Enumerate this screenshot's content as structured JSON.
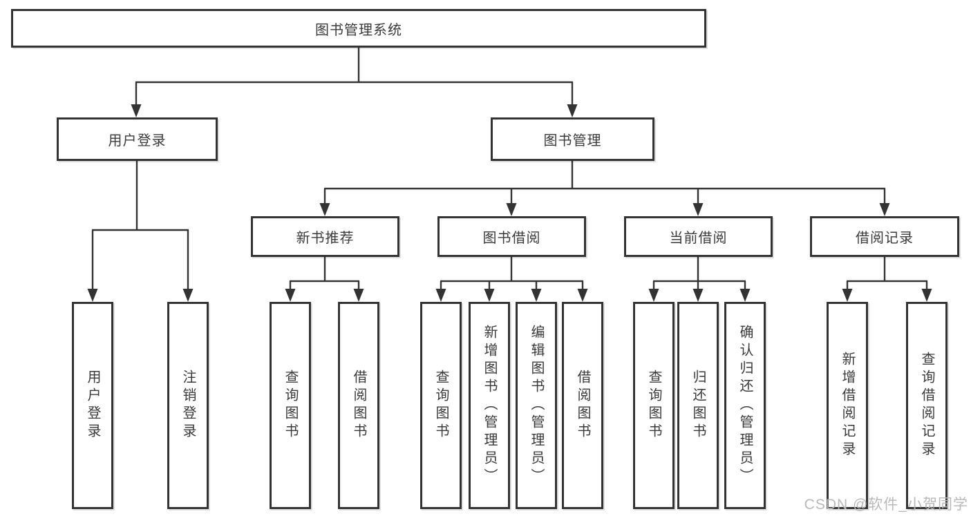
{
  "diagram": {
    "root": {
      "label": "图书管理系统"
    },
    "branches": [
      {
        "label": "用户登录"
      },
      {
        "label": "图书管理"
      }
    ],
    "modules": [
      {
        "label": "新书推荐"
      },
      {
        "label": "图书借阅"
      },
      {
        "label": "当前借阅"
      },
      {
        "label": "借阅记录"
      }
    ],
    "leaves": [
      {
        "label": "用户登录"
      },
      {
        "label": "注销登录"
      },
      {
        "label": "查询图书"
      },
      {
        "label": "借阅图书"
      },
      {
        "label": "查询图书"
      },
      {
        "label": "新增图书（管理员）"
      },
      {
        "label": "编辑图书（管理员）"
      },
      {
        "label": "借阅图书"
      },
      {
        "label": "查询图书"
      },
      {
        "label": "归还图书"
      },
      {
        "label": "确认归还（管理员）"
      },
      {
        "label": "新增借阅记录"
      },
      {
        "label": "查询借阅记录"
      }
    ]
  },
  "watermark": {
    "text": "CSDN @软件_小贺同学"
  },
  "colors": {
    "line": "#333333",
    "text": "#3a3a3a",
    "watermark": "#b9b9b9",
    "background": "#ffffff"
  }
}
